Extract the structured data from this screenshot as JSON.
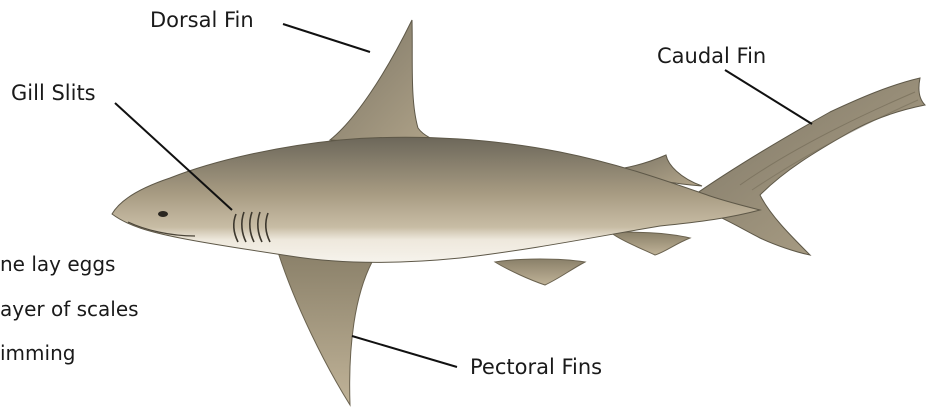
{
  "labels": {
    "dorsal": "Dorsal Fin",
    "caudal": "Caudal Fin",
    "gill": "Gill Slits",
    "pectoral": "Pectoral Fins"
  },
  "notes": [
    "ne lay eggs",
    "ayer of scales",
    "imming"
  ],
  "colors": {
    "body_top": "#6f6a5c",
    "body_mid": "#a89c83",
    "belly": "#f3efe6",
    "fin": "#9b8e75",
    "line": "#111111"
  }
}
